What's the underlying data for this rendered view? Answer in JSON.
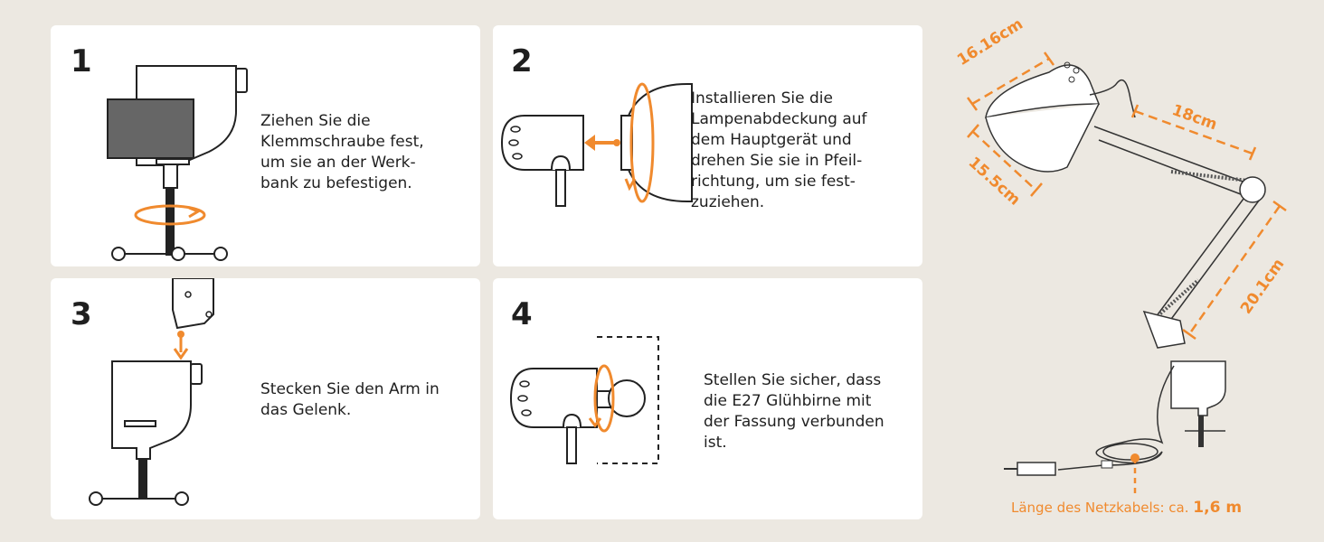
{
  "steps": [
    {
      "number": "1",
      "text": "Ziehen Sie die\nKlemmschraube fest,\num sie an der Werk-\nbank zu befestigen."
    },
    {
      "number": "2",
      "text": "Installieren Sie die\nLampenabdeckung auf\ndem Hauptgerät und\ndrehen Sie sie in Pfeil-\nrichtung, um sie fest-\nzuziehen."
    },
    {
      "number": "3",
      "text": "Stecken Sie den Arm in\ndas Gelenk."
    },
    {
      "number": "4",
      "text": "Stellen Sie sicher, dass\ndie E27 Glühbirne mit\nder Fassung verbunden\nist."
    }
  ],
  "dimensions": {
    "shade_height": "16.16cm",
    "shade_width": "15.5cm",
    "upper_arm": "18cm",
    "lower_arm": "20.1cm"
  },
  "cable": {
    "label": "Länge des Netzkabels: ca.",
    "value": "1,6 m"
  },
  "colors": {
    "accent": "#f08a2e",
    "background": "#ece8e1",
    "card": "#ffffff",
    "text": "#1f1f1f"
  },
  "icons": [
    "clamp-icon",
    "lamp-head-icon",
    "rotate-arrow-icon",
    "insert-arrow-icon",
    "bulb-icon",
    "desk-lamp-icon"
  ]
}
